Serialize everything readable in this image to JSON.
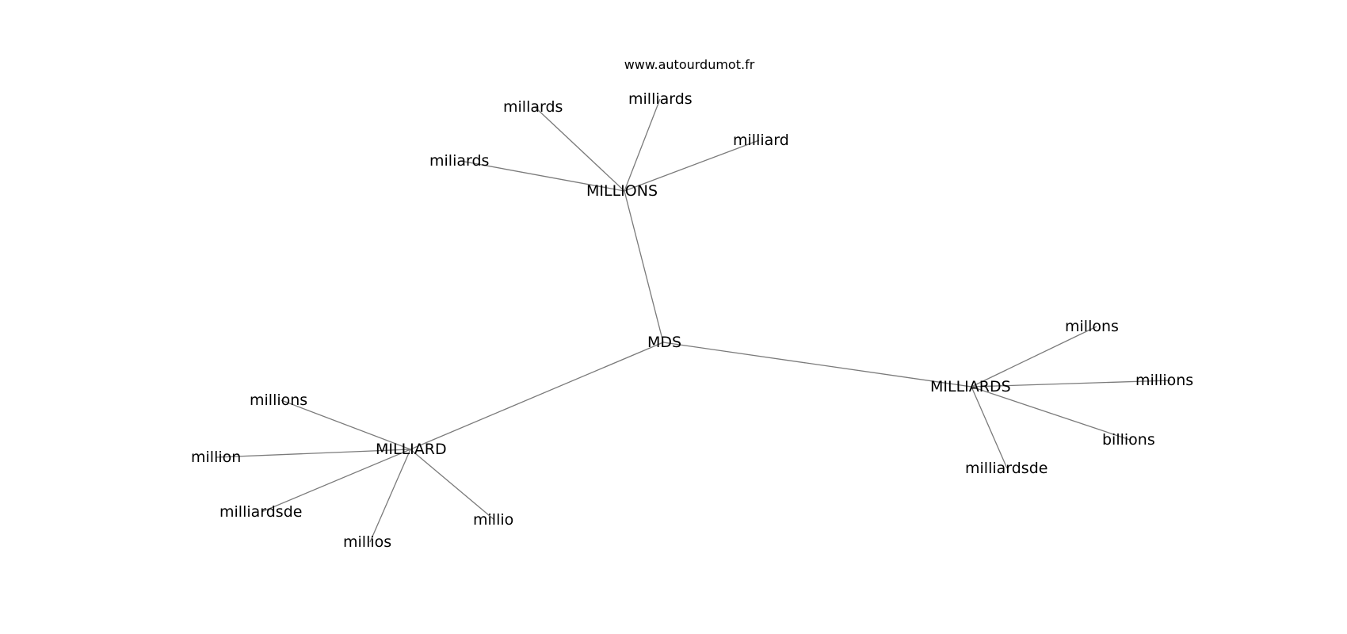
{
  "watermark": "www.autourdumot.fr",
  "colors": {
    "edge": "#7a7a7a",
    "label": "#000000",
    "background": "#ffffff"
  },
  "graph": {
    "nodes": [
      {
        "id": "mds",
        "label": "MDS"
      },
      {
        "id": "millions_hub",
        "label": "MILLIONS"
      },
      {
        "id": "milliards_hub",
        "label": "MILLIARDS"
      },
      {
        "id": "milliard_hub",
        "label": "MILLIARD"
      },
      {
        "id": "millards",
        "label": "millards"
      },
      {
        "id": "milliards_a",
        "label": "milliards"
      },
      {
        "id": "milliard_a",
        "label": "milliard"
      },
      {
        "id": "miliards",
        "label": "miliards"
      },
      {
        "id": "millons",
        "label": "millons"
      },
      {
        "id": "millions_a",
        "label": "millions"
      },
      {
        "id": "billions",
        "label": "billions"
      },
      {
        "id": "milliardsde_a",
        "label": "milliardsde"
      },
      {
        "id": "millions_b",
        "label": "millions"
      },
      {
        "id": "million",
        "label": "million"
      },
      {
        "id": "milliardsde_b",
        "label": "milliardsde"
      },
      {
        "id": "millios",
        "label": "millios"
      },
      {
        "id": "millio",
        "label": "millio"
      }
    ],
    "edges": [
      [
        "mds",
        "millions_hub"
      ],
      [
        "mds",
        "milliards_hub"
      ],
      [
        "mds",
        "milliard_hub"
      ],
      [
        "millions_hub",
        "millards"
      ],
      [
        "millions_hub",
        "milliards_a"
      ],
      [
        "millions_hub",
        "milliard_a"
      ],
      [
        "millions_hub",
        "miliards"
      ],
      [
        "milliards_hub",
        "millons"
      ],
      [
        "milliards_hub",
        "millions_a"
      ],
      [
        "milliards_hub",
        "billions"
      ],
      [
        "milliards_hub",
        "milliardsde_a"
      ],
      [
        "milliard_hub",
        "millions_b"
      ],
      [
        "milliard_hub",
        "million"
      ],
      [
        "milliard_hub",
        "milliardsde_b"
      ],
      [
        "milliard_hub",
        "millios"
      ],
      [
        "milliard_hub",
        "millio"
      ]
    ]
  }
}
